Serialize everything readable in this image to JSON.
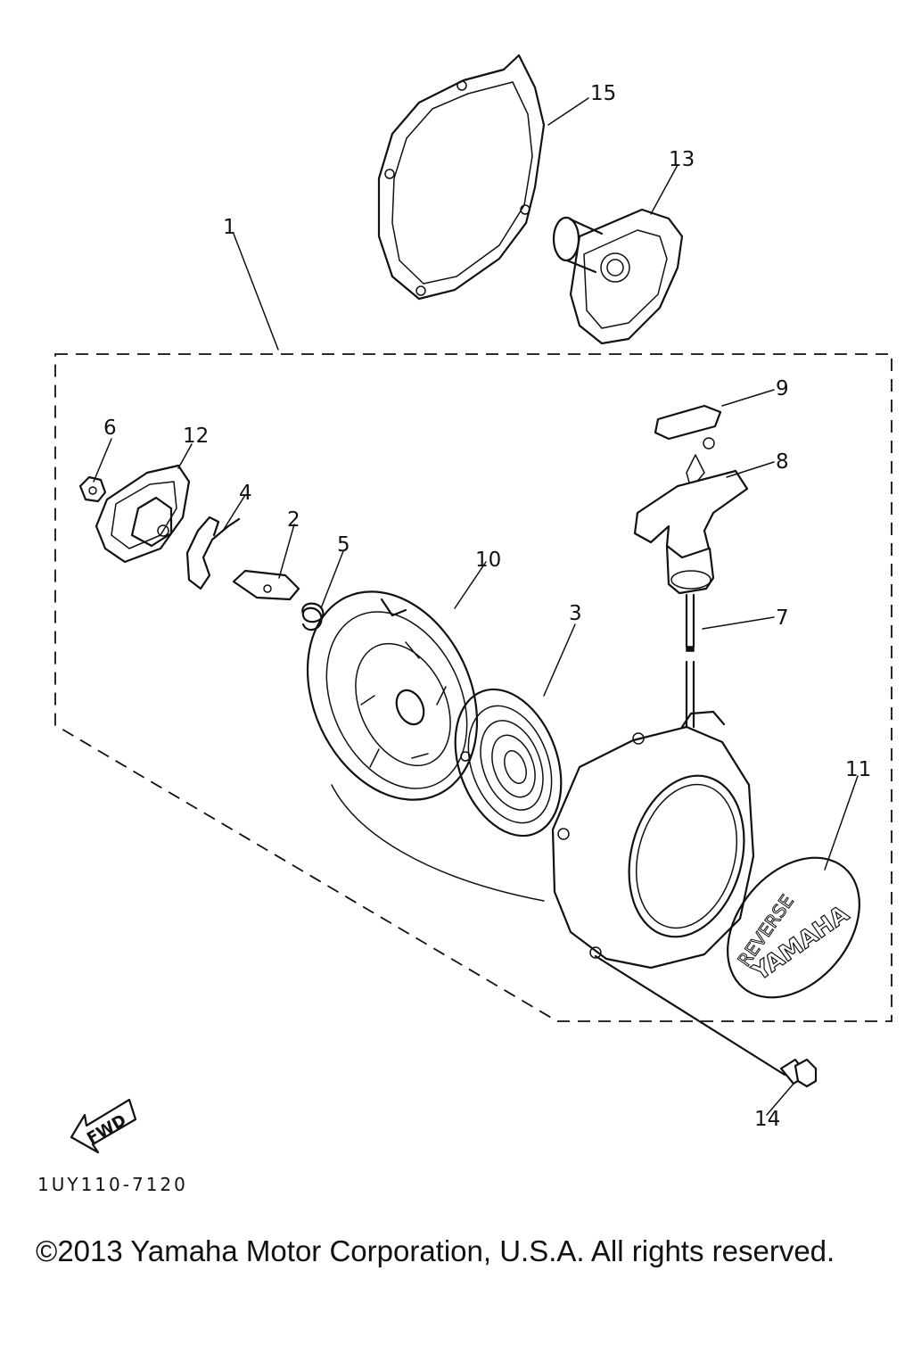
{
  "callouts": [
    "1",
    "2",
    "3",
    "4",
    "5",
    "6",
    "7",
    "8",
    "9",
    "10",
    "11",
    "12",
    "13",
    "14",
    "15"
  ],
  "badges": {
    "fwd": "FWD",
    "cover_reverse": "REVERSE",
    "cover_brand": "YAMAHA"
  },
  "drawing_code": "1UY110-7120",
  "copyright": "©2013 Yamaha Motor Corporation, U.S.A. All rights reserved."
}
